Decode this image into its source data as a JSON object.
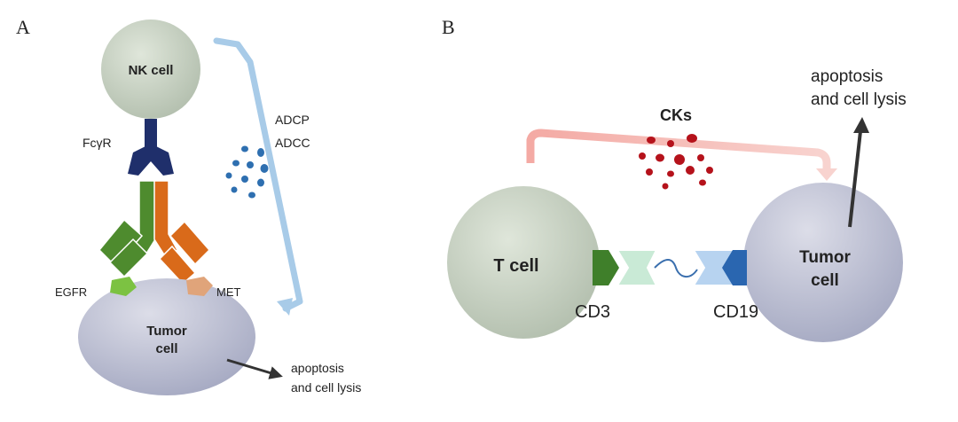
{
  "panel_a": {
    "label": "A",
    "nk_cell": "NK cell",
    "fcgr": "FcγR",
    "adcp": "ADCP",
    "adcc": "ADCC",
    "egfr": "EGFR",
    "met": "MET",
    "tumor_line1": "Tumor",
    "tumor_line2": "cell",
    "outcome_line1": "apoptosis",
    "outcome_line2": "and cell lysis"
  },
  "panel_b": {
    "label": "B",
    "t_cell": "T cell",
    "cks": "CKs",
    "cd3": "CD3",
    "cd19": "CD19",
    "tumor_line1": "Tumor",
    "tumor_line2": "cell",
    "outcome_line1": "apoptosis",
    "outcome_line2": "and cell lysis"
  },
  "colors": {
    "cell_green": "#c4cfbf",
    "tumor_lavender": "#b4b8cf",
    "receptor_navy": "#1f2f6b",
    "antibody_green": "#4e8b2e",
    "antibody_orange": "#d96a1a",
    "cytokine_blue": "#2e6fb0",
    "cytokine_red": "#b5121b",
    "arrow_blue": "#a8cbe8",
    "arrow_pink": "#f3b6b0"
  }
}
